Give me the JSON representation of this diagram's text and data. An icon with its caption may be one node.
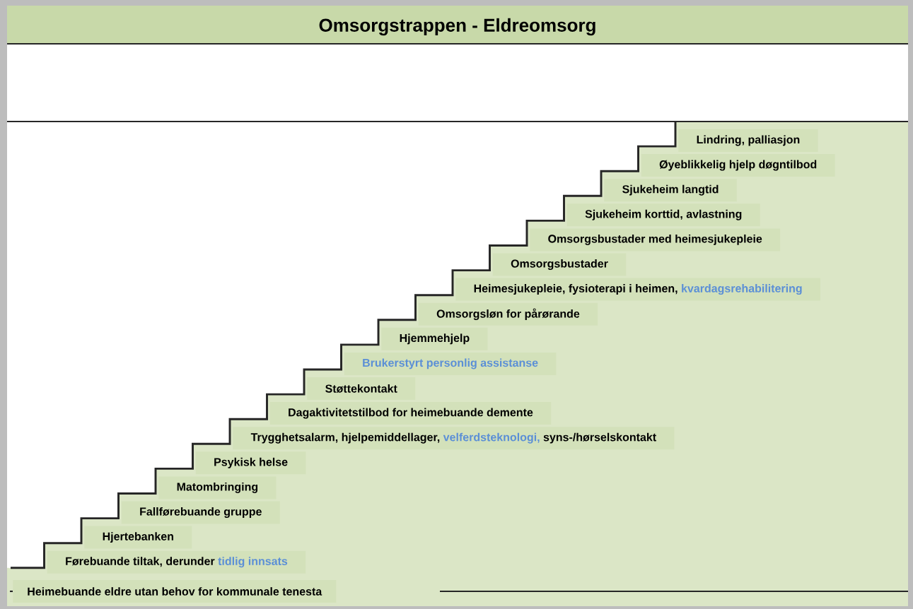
{
  "diagram": {
    "title": "Omsorgstrappen - Eldreomsorg",
    "nodes": [
      {
        "text": [
          "Lindring, palliasjon"
        ]
      },
      {
        "text": [
          "Øyeblikkelig hjelp døgntilbod"
        ]
      },
      {
        "text": [
          "Sjukeheim langtid"
        ]
      },
      {
        "text": [
          "Sjukeheim korttid, avlastning"
        ]
      },
      {
        "text": [
          "Omsorgsbustader med heimesjukepleie"
        ]
      },
      {
        "text": [
          "Omsorgsbustader"
        ]
      },
      {
        "text": [
          "Heimesjukepleie, fysioterapi i heimen,",
          "kvardagsrehabilitering"
        ]
      },
      {
        "text": [
          "Omsorgsløn for pårørande"
        ]
      },
      {
        "text": [
          "Hjemmehjelp"
        ]
      },
      {
        "text": [
          "Brukerstyrt personlig assistanse"
        ]
      },
      {
        "text": [
          "Støttekontakt"
        ]
      },
      {
        "text": [
          "Dagaktivitetstilbod for heimebuande demente"
        ]
      },
      {
        "text": [
          "Trygghetsalarm, hjelpemiddellager,",
          "velferdsteknologi,",
          "syns-/hørselskontakt"
        ]
      },
      {
        "text": [
          "Psykisk helse"
        ]
      },
      {
        "text": [
          "Matombringing"
        ]
      },
      {
        "text": [
          "Fallførebuande gruppe"
        ]
      },
      {
        "text": [
          "Hjertebanken"
        ]
      },
      {
        "text": [
          "Førebuande tiltak, derunder",
          "tidlig innsats"
        ]
      },
      {
        "text": [
          "Heimebuande eldre utan behov for kommunale tenesta"
        ]
      }
    ]
  }
}
